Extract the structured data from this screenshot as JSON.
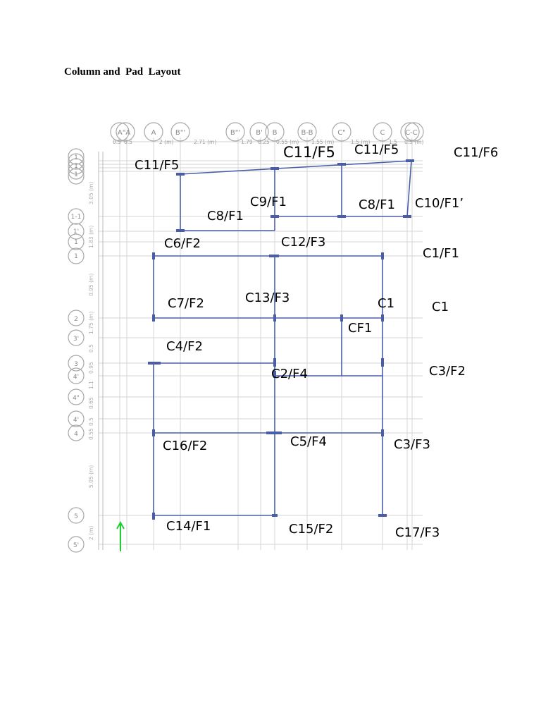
{
  "title": "Column and  Pad  Layout",
  "grid_x_labels": [
    "A\"A",
    "A",
    "B\"'",
    "B\"'",
    "B'",
    "B",
    "B-B",
    "C\"",
    "C",
    "C-C"
  ],
  "grid_y_labels": [
    "1",
    "1",
    "1",
    "1-1",
    "1'",
    "1",
    "1",
    "2",
    "3'",
    "3",
    "4'",
    "4\"",
    "4'",
    "4",
    "5",
    "5'"
  ],
  "x_dims": [
    "0.5",
    "0.5",
    "2 (m)",
    "2.71 (m)",
    "1.79",
    "0.25",
    "0.55 (m)",
    "1.55 (m)",
    "1.5 (m)",
    "1.5",
    "0.5 (m)"
  ],
  "y_dims": [
    "3.05 (m)",
    "1.83 (m)",
    "0.95 (m)",
    "1.75 (m)",
    "0.5",
    "0.95",
    "1.1",
    "0.65",
    "0.5",
    "0.55",
    "5.05 (m)",
    "2 (m)"
  ],
  "labels": {
    "c11_f5_a": "C11/F5",
    "c11_f5_b": "C11/F5",
    "c11_f5_c": "C11/F5",
    "c11_f6": "C11/F6",
    "c9_f1": "C9/F1",
    "c8_f1_a": "C8/F1",
    "c8_f1_b": "C8/F1",
    "c10_f1": "C10/F1’",
    "c6_f2": "C6/F2",
    "c12_f3": "C12/F3",
    "c1_f1": "C1/F1",
    "c7_f2": "C7/F2",
    "c13_f3": "C13/F3",
    "c1_a": "C1",
    "c1_b": "C1",
    "cf1": "CF1",
    "c4_f2": "C4/F2",
    "c2_f4": "C2/F4",
    "c3_f2": "C3/F2",
    "c16_f2": "C16/F2",
    "c5_f4": "C5/F4",
    "c3_f3": "C3/F3",
    "c14_f1": "C14/F1",
    "c15_f2": "C15/F2",
    "c17_f3": "C17/F3"
  },
  "colors": {
    "beam": "#4a5ea8",
    "grid": "#cfcfcf",
    "bubble": "#9a9a9a",
    "axis_arrow": "#22cc33"
  }
}
